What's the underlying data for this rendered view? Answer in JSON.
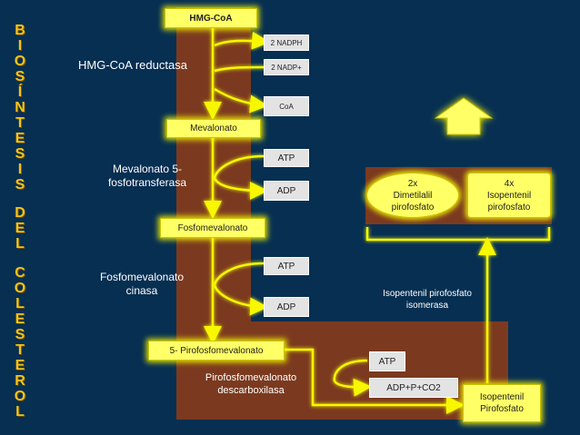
{
  "vertical_title": [
    "B",
    "I",
    "O",
    "S",
    "Í",
    "N",
    "T",
    "E",
    "S",
    "I",
    "S",
    "",
    "D",
    "E",
    "L",
    "",
    "C",
    "O",
    "L",
    "E",
    "S",
    "T",
    "E",
    "R",
    "O",
    "L"
  ],
  "nodes": {
    "hmgcoa": "HMG-CoA",
    "mevalonato": "Mevalonato",
    "fosfomevalonato": "Fosfomevalonato",
    "pirofosfomevalonato": "5-  Pirofosfomevalonato",
    "isopentenil_pp": [
      "Isopentenil",
      "Pirofosfato"
    ],
    "dimetilalil": [
      "2x",
      "Dimetilalil",
      "pirofosfato"
    ],
    "isopentenil4x": [
      "4x",
      "Isopentenil",
      "pirofosfato"
    ]
  },
  "cofactors": {
    "nadph": "2 NADPH",
    "nadp": "2 NADP+",
    "coa": "CoA",
    "atp1": "ATP",
    "adp1": "ADP",
    "atp2": "ATP",
    "adp2": "ADP",
    "atp3": "ATP",
    "adp_co2": "ADP+P+CO2"
  },
  "enzymes": {
    "hmg_reductasa": "HMG-CoA reductasa",
    "mevalonato_kinasa": [
      "Mevalonato 5-",
      "fosfotransferasa"
    ],
    "fosfomevalonato_cinasa": [
      "Fosfomevalonato",
      "cinasa"
    ],
    "descarboxilasa": [
      "Pirofosfomevalonato",
      "descarboxilasa"
    ],
    "isomerasa": [
      "Isopentenil pirofosfato",
      "isomerasa"
    ]
  },
  "colors": {
    "background": "#062f52",
    "band": "#7b3a1f",
    "highlight": "#ffff66",
    "arrow": "#f7f700",
    "title_letters": "#f3c318"
  }
}
